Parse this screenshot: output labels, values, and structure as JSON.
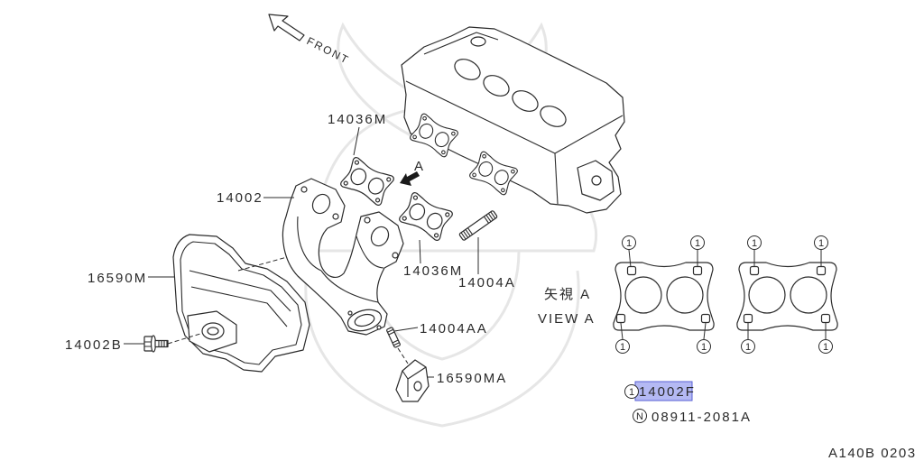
{
  "diagram": {
    "front_label": "FRONT",
    "view_arrow_label": "A",
    "callouts": {
      "gasket_upper": "14036M",
      "manifold": "14002",
      "gasket_lower": "14036M",
      "stud": "14004A",
      "heat_insulator": "16590M",
      "bolt": "14002B",
      "stud_lower": "14004AA",
      "insulator_lower": "16590MA"
    },
    "view_a": {
      "title_jp": "矢視 A",
      "title_en": "VIEW A",
      "hole_mark": "1"
    },
    "legend": [
      {
        "mark": "1",
        "part": "14002F",
        "highlighted": true
      },
      {
        "mark": "N",
        "part": "08911-2081A",
        "highlighted": false
      }
    ],
    "code": "A140B 0203"
  },
  "colors": {
    "line": "#2b2b2b",
    "highlight_fill": "#b4b9f3",
    "highlight_stroke": "#5a61d6"
  }
}
